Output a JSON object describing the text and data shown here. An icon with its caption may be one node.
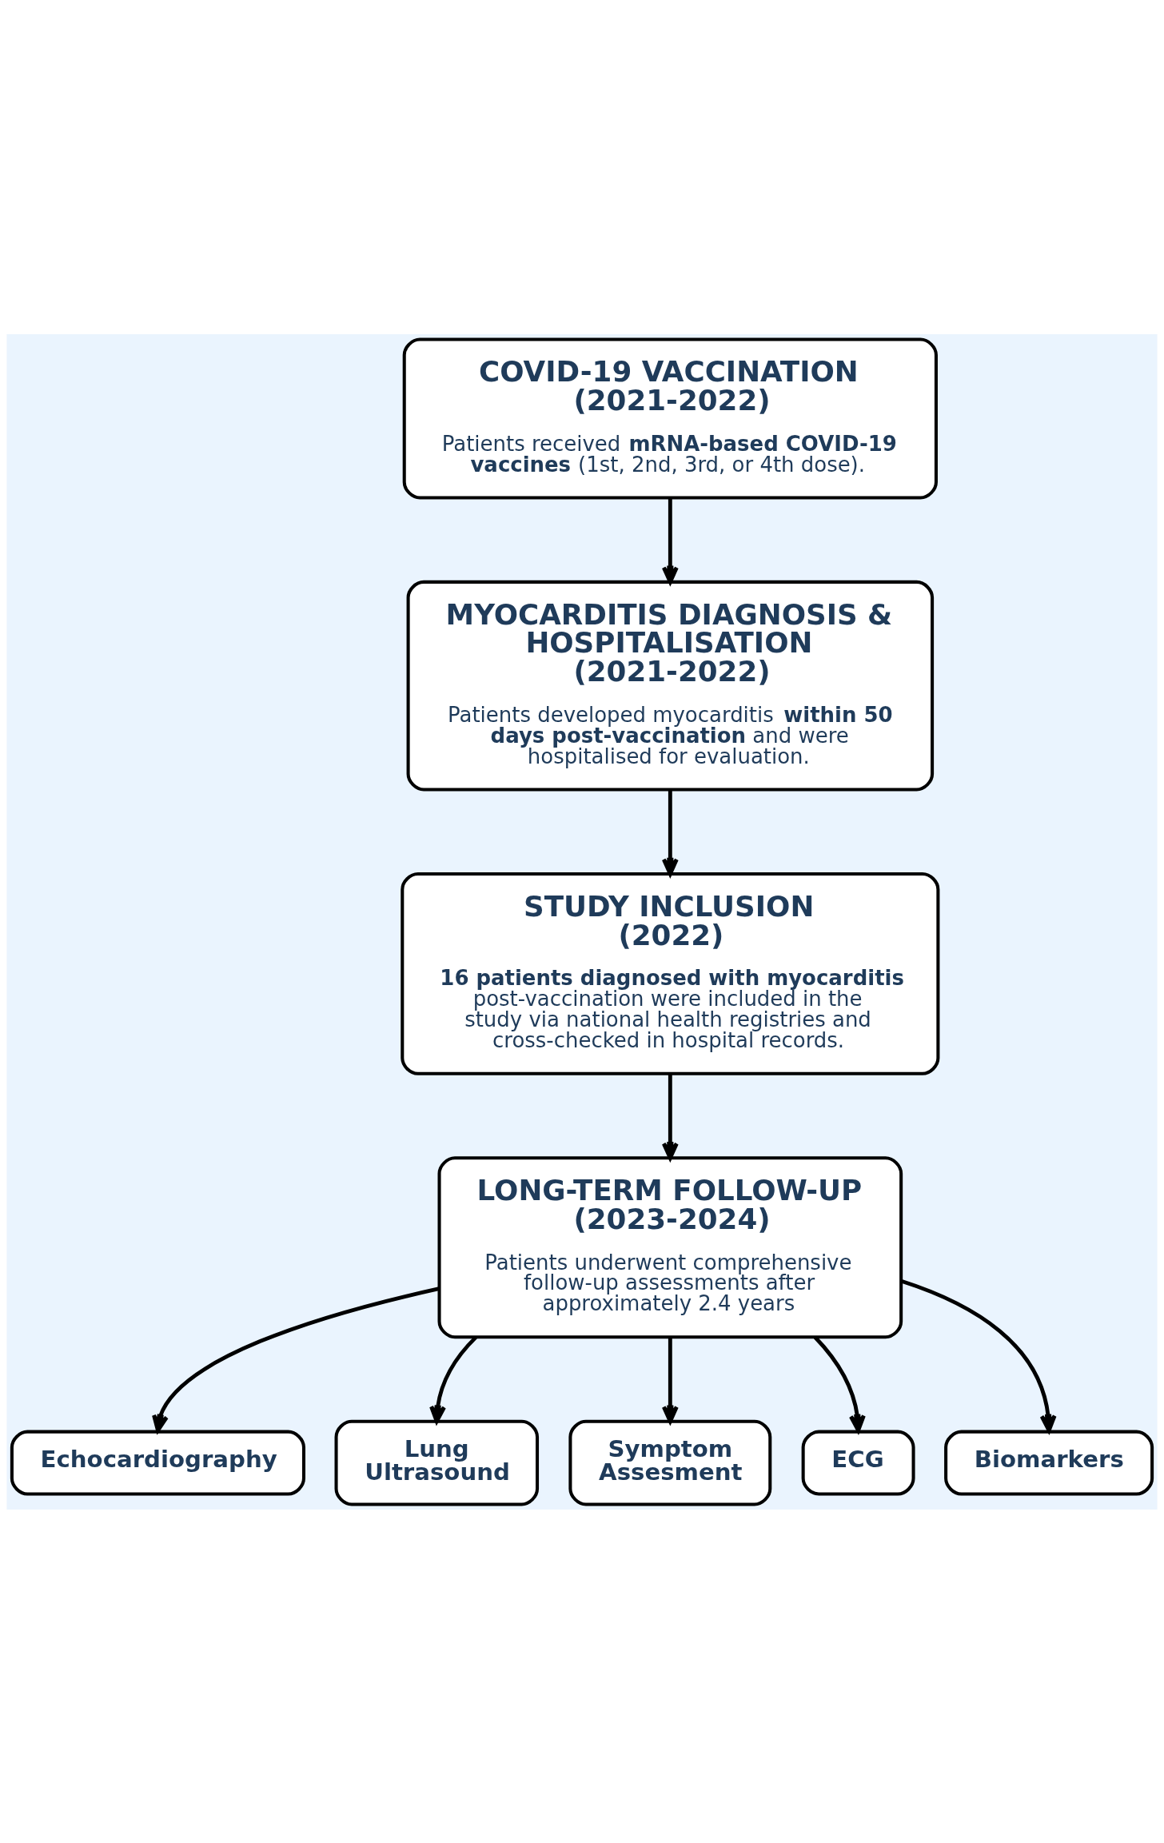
{
  "diagram": {
    "nodes": [
      {
        "text": [
          "COVID-19 VACCINATION (2021-2022)",
          "Patients received **mRNA-based COVID-19 vaccines** (1st, 2nd, 3rd, or 4th dose)."
        ]
      },
      {
        "text": [
          "MYOCARDITIS DIAGNOSIS & HOSPITALISATION (2021-2022)",
          "Patients developed myocarditis **within 50 days post-vaccination** and were hospitalised for evaluation."
        ]
      },
      {
        "text": [
          "STUDY INCLUSION (2022)",
          "**16 patients diagnosed with myocarditis** post-vaccination were included in the study via national health registries and cross-checked in hospital records."
        ]
      },
      {
        "text": [
          "LONG-TERM FOLLOW-UP (2023-2024)",
          "Patients underwent comprehensive follow-up assessments after approximately 2.4 years"
        ]
      },
      {
        "text": [
          "Echocardiography"
        ]
      },
      {
        "text": [
          "Lung Ultrasound"
        ]
      },
      {
        "text": [
          "Symptom Assesment"
        ]
      },
      {
        "text": [
          "ECG"
        ]
      },
      {
        "text": [
          "Biomarkers"
        ]
      }
    ],
    "edges": [
      {
        "from": 0,
        "to": 1,
        "arrow": "to"
      },
      {
        "from": 1,
        "to": 2,
        "arrow": "to"
      },
      {
        "from": 2,
        "to": 3,
        "arrow": "to"
      },
      {
        "from": 3,
        "to": 4,
        "arrow": "to"
      },
      {
        "from": 3,
        "to": 5,
        "arrow": "to"
      },
      {
        "from": 3,
        "to": 6,
        "arrow": "to"
      },
      {
        "from": 3,
        "to": 7,
        "arrow": "to"
      },
      {
        "from": 3,
        "to": 8,
        "arrow": "to"
      }
    ]
  }
}
